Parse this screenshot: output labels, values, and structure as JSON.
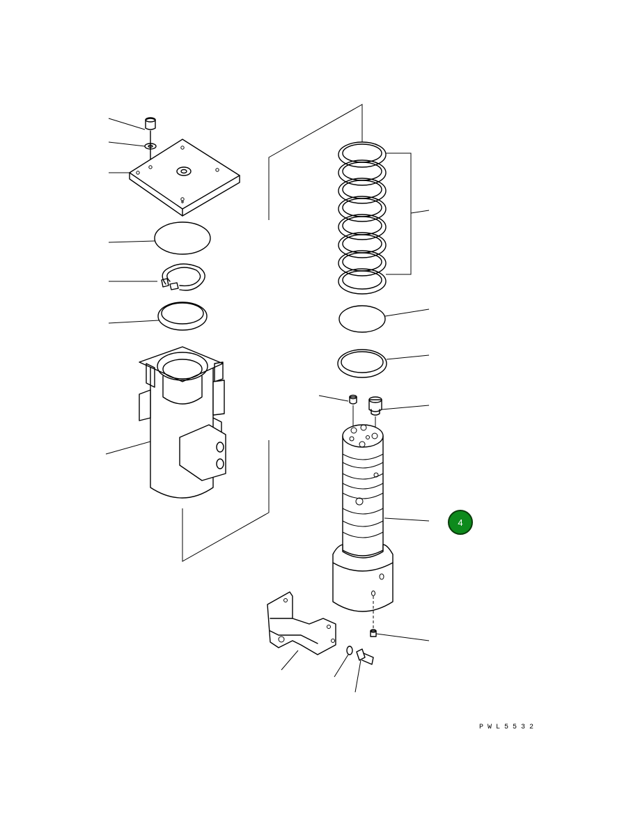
{
  "drawing": {
    "code": "PWL5532",
    "highlighted_callout": {
      "number": "4",
      "color": "#0d8a1c"
    }
  },
  "icons": [
    "exploded-parts-diagram"
  ]
}
